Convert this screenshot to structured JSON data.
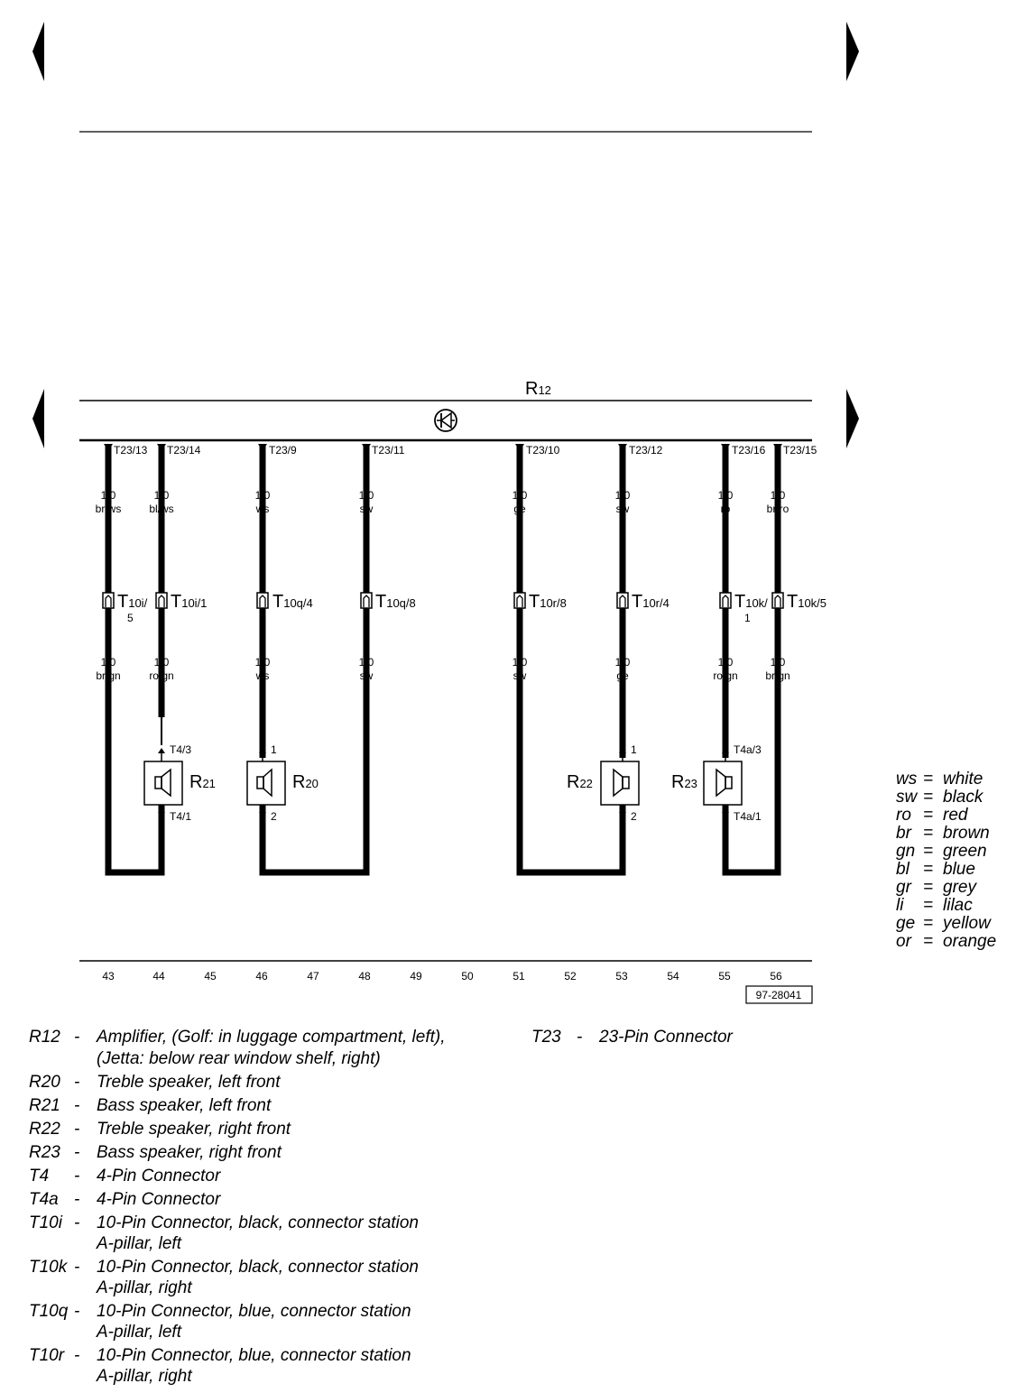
{
  "amplifier": {
    "label": "R12",
    "letter": "R",
    "sub": "12"
  },
  "terminals": [
    {
      "label": "T23/13"
    },
    {
      "label": "T23/14"
    },
    {
      "label": "T23/9"
    },
    {
      "label": "T23/11"
    },
    {
      "label": "T23/10"
    },
    {
      "label": "T23/12"
    },
    {
      "label": "T23/16"
    },
    {
      "label": "T23/15"
    }
  ],
  "upper_wires": [
    {
      "size": "1,0",
      "color": "br/ws"
    },
    {
      "size": "1,0",
      "color": "bl/ws"
    },
    {
      "size": "1,0",
      "color": "ws"
    },
    {
      "size": "1,0",
      "color": "sw"
    },
    {
      "size": "1,0",
      "color": "ge"
    },
    {
      "size": "1,0",
      "color": "sw"
    },
    {
      "size": "1,0",
      "color": "ro"
    },
    {
      "size": "1,0",
      "color": "br/ro"
    }
  ],
  "lower_wires": [
    {
      "size": "1,0",
      "color": "br/gn"
    },
    {
      "size": "1,0",
      "color": "ro/gn"
    },
    {
      "size": "1,0",
      "color": "ws"
    },
    {
      "size": "1,0",
      "color": "sw"
    },
    {
      "size": "1,0",
      "color": "sw"
    },
    {
      "size": "1,0",
      "color": "ge"
    },
    {
      "size": "1,0",
      "color": "ro/gn"
    },
    {
      "size": "1,0",
      "color": "br/gn"
    }
  ],
  "connectors": [
    {
      "letter": "T",
      "sub": "10i/",
      "line2": "5"
    },
    {
      "letter": "T",
      "sub": "10i/1",
      "line2": ""
    },
    {
      "letter": "T",
      "sub": "10q/4",
      "line2": ""
    },
    {
      "letter": "T",
      "sub": "10q/8",
      "line2": ""
    },
    {
      "letter": "T",
      "sub": "10r/8",
      "line2": ""
    },
    {
      "letter": "T",
      "sub": "10r/4",
      "line2": ""
    },
    {
      "letter": "T",
      "sub": "10k/",
      "line2": "1"
    },
    {
      "letter": "T",
      "sub": "10k/5",
      "line2": ""
    }
  ],
  "speakers": [
    {
      "letter": "R",
      "sub": "21",
      "pin_top": "T4/3",
      "pin_bottom": "T4/1"
    },
    {
      "letter": "R",
      "sub": "20",
      "pin_top": "1",
      "pin_bottom": "2"
    },
    {
      "letter": "R",
      "sub": "22",
      "pin_top": "1",
      "pin_bottom": "2"
    },
    {
      "letter": "R",
      "sub": "23",
      "pin_top": "T4a/3",
      "pin_bottom": "T4a/1"
    }
  ],
  "track_numbers": [
    "43",
    "44",
    "45",
    "46",
    "47",
    "48",
    "49",
    "50",
    "51",
    "52",
    "53",
    "54",
    "55",
    "56"
  ],
  "diagram_id": "97-28041",
  "color_legend": [
    {
      "code": "ws",
      "name": "white"
    },
    {
      "code": "sw",
      "name": "black"
    },
    {
      "code": "ro",
      "name": "red"
    },
    {
      "code": "br",
      "name": "brown"
    },
    {
      "code": "gn",
      "name": "green"
    },
    {
      "code": "bl",
      "name": "blue"
    },
    {
      "code": "gr",
      "name": "grey"
    },
    {
      "code": "li",
      "name": "lilac"
    },
    {
      "code": "ge",
      "name": "yellow"
    },
    {
      "code": "or",
      "name": "orange"
    }
  ],
  "legend_sep": "=",
  "component_legend": [
    {
      "code": "R12",
      "dash": "-",
      "lines": [
        "Amplifier, (Golf: in luggage compartment, left),",
        "(Jetta: below rear window shelf, right)"
      ]
    },
    {
      "code": "R20",
      "dash": "-",
      "lines": [
        "Treble speaker, left front"
      ]
    },
    {
      "code": "R21",
      "dash": "-",
      "lines": [
        "Bass speaker, left front"
      ]
    },
    {
      "code": "R22",
      "dash": "-",
      "lines": [
        "Treble speaker, right front"
      ]
    },
    {
      "code": "R23",
      "dash": "-",
      "lines": [
        "Bass speaker, right front"
      ]
    },
    {
      "code": "T4",
      "dash": "-",
      "lines": [
        "4-Pin Connector"
      ]
    },
    {
      "code": "T4a",
      "dash": "-",
      "lines": [
        "4-Pin Connector"
      ]
    },
    {
      "code": "T10i",
      "dash": "-",
      "lines": [
        "10-Pin Connector, black, connector station",
        "A-pillar, left"
      ]
    },
    {
      "code": "T10k",
      "dash": "-",
      "lines": [
        "10-Pin Connector, black, connector station",
        "A-pillar, right"
      ]
    },
    {
      "code": "T10q",
      "dash": "-",
      "lines": [
        "10-Pin Connector, blue, connector station",
        "A-pillar, left"
      ]
    },
    {
      "code": "T10r",
      "dash": "-",
      "lines": [
        "10-Pin Connector, blue, connector station",
        "A-pillar, right"
      ]
    }
  ],
  "component_legend_right": [
    {
      "code": "T23",
      "dash": "-",
      "lines": [
        "23-Pin Connector"
      ]
    }
  ]
}
